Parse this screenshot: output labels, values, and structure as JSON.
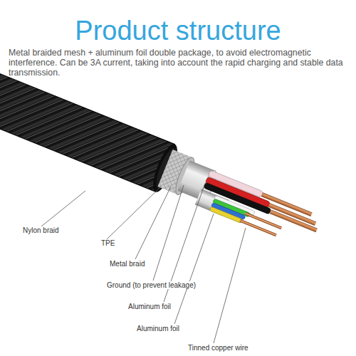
{
  "diagram": {
    "title": "Product structure",
    "labels": [
      "Metal braided mesh + aluminum foil double package, to avoid electromagnetic interference. Can be 3A current, taking into account the rapid charging and stable data transmission.",
      "Nylon braid",
      "TPE",
      "Metal braid",
      "Ground (to prevent leakage)",
      "Aluminum foil",
      "Aluminum foil",
      "Tinned copper wire"
    ]
  }
}
